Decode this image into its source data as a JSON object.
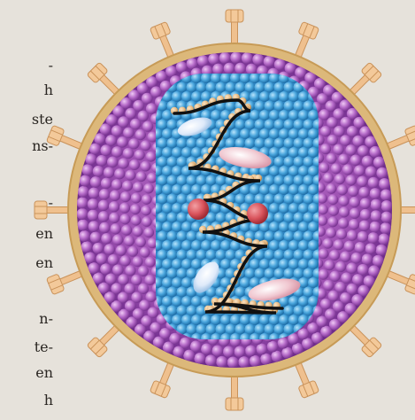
{
  "text_fragments": [
    "-",
    "h",
    "ste",
    "ns-",
    "-",
    "en",
    "en",
    "n-",
    "te-",
    "en",
    "h"
  ],
  "colors": {
    "background": "#e6e2db",
    "envelope": "#dcb87a",
    "spike": "#efc08e",
    "outer_sphere": "#9c4fb0",
    "capsid": "#4aa6dd",
    "rna": "#111111",
    "bead": "#e3b57e",
    "red_particle": "#d9545c",
    "pink_ellipse": "#f0c7d0",
    "blue_ellipse": "#dfeafa"
  },
  "icons": [
    "virus-particle",
    "glycoprotein-spike",
    "rna-helix",
    "capsid",
    "enzyme-particle"
  ]
}
